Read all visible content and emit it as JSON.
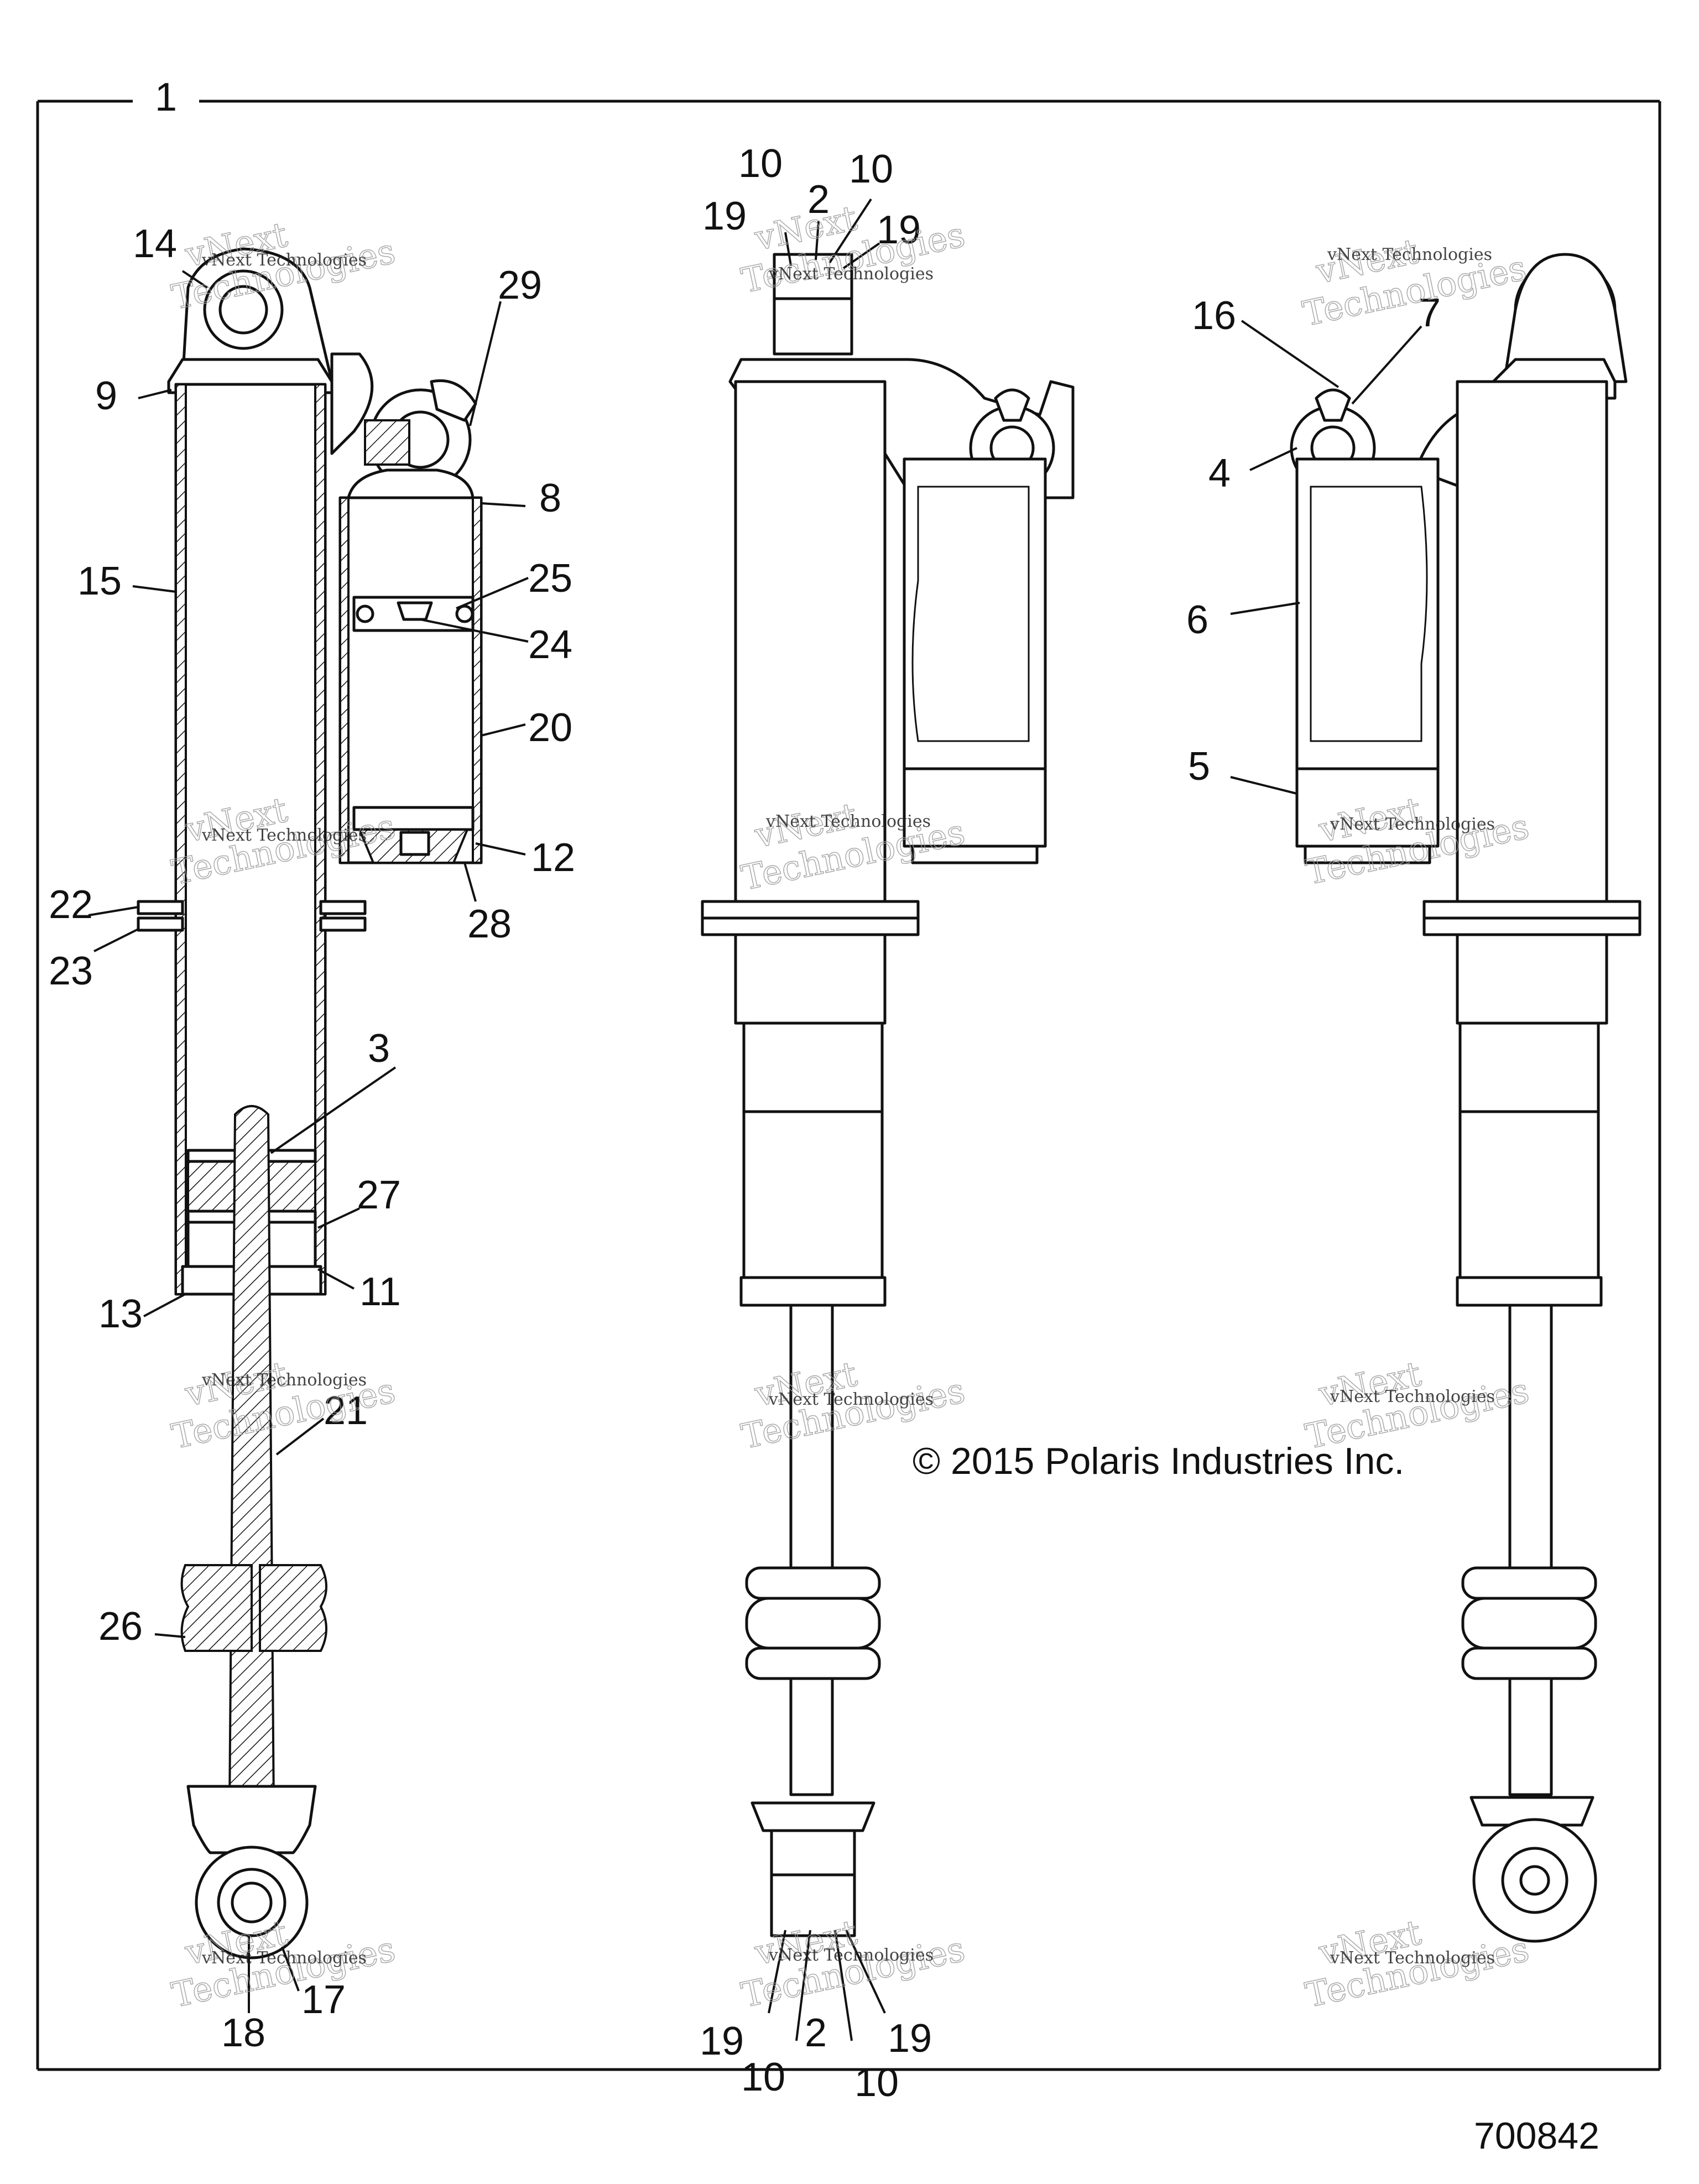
{
  "callouts": {
    "c1": "1",
    "c2a": "2",
    "c2b": "2",
    "c3": "3",
    "c4": "4",
    "c5": "5",
    "c6": "6",
    "c7": "7",
    "c8": "8",
    "c9": "9",
    "c10a": "10",
    "c10b": "10",
    "c10c": "10",
    "c10d": "10",
    "c11": "11",
    "c12": "12",
    "c13": "13",
    "c14": "14",
    "c15": "15",
    "c16": "16",
    "c17": "17",
    "c18": "18",
    "c19a": "19",
    "c19b": "19",
    "c19c": "19",
    "c19d": "19",
    "c20": "20",
    "c21": "21",
    "c22": "22",
    "c23": "23",
    "c24": "24",
    "c25": "25",
    "c26": "26",
    "c27": "27",
    "c28": "28",
    "c29": "29"
  },
  "watermark": {
    "brand_a": "vNext",
    "brand_b": "Technologies",
    "full": "vNext Technologies"
  },
  "copyright": "© 2015 Polaris Industries Inc.",
  "document_number": "700842"
}
